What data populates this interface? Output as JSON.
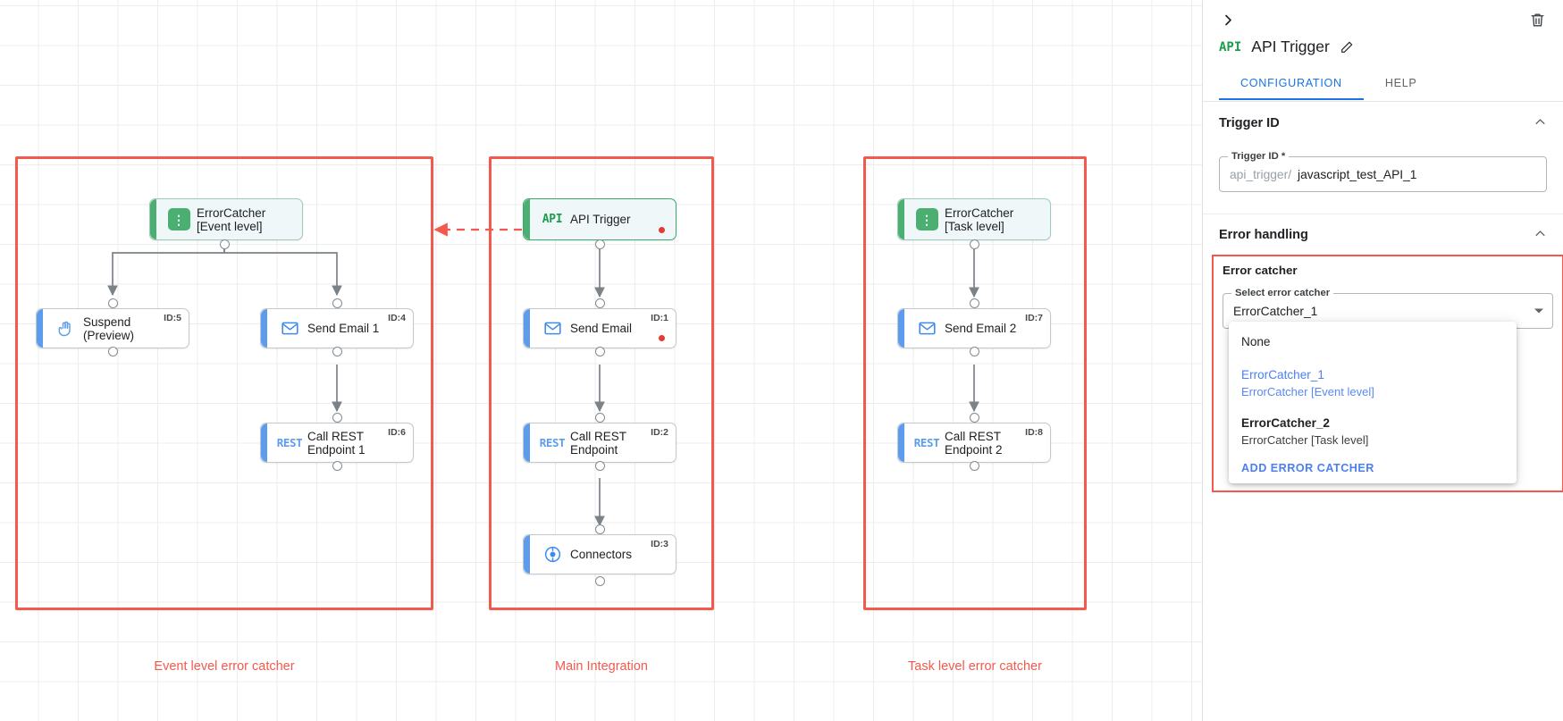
{
  "canvas": {
    "groups": [
      {
        "label": "Event level error catcher"
      },
      {
        "label": "Main Integration"
      },
      {
        "label": "Task level error catcher"
      }
    ],
    "nodes": {
      "errorcatcher_event": {
        "title": "ErrorCatcher\n[Event level]",
        "icon": "error-catcher-icon",
        "id_badge": ""
      },
      "suspend": {
        "title": "Suspend\n(Preview)",
        "icon": "hand-icon",
        "id_badge": "ID:5"
      },
      "send_email_1": {
        "title": "Send Email 1",
        "icon": "envelope-icon",
        "id_badge": "ID:4"
      },
      "call_rest_1": {
        "title": "Call REST\nEndpoint 1",
        "icon": "rest-icon",
        "id_badge": "ID:6"
      },
      "api_trigger": {
        "title": "API Trigger",
        "icon": "api-icon",
        "id_badge": ""
      },
      "send_email": {
        "title": "Send Email",
        "icon": "envelope-icon",
        "id_badge": "ID:1"
      },
      "call_rest": {
        "title": "Call REST\nEndpoint",
        "icon": "rest-icon",
        "id_badge": "ID:2"
      },
      "connectors": {
        "title": "Connectors",
        "icon": "connectors-icon",
        "id_badge": "ID:3"
      },
      "errorcatcher_task": {
        "title": "ErrorCatcher\n[Task level]",
        "icon": "error-catcher-icon",
        "id_badge": ""
      },
      "send_email_2": {
        "title": "Send Email 2",
        "icon": "envelope-icon",
        "id_badge": "ID:7"
      },
      "call_rest_2": {
        "title": "Call REST\nEndpoint 2",
        "icon": "rest-icon",
        "id_badge": "ID:8"
      }
    }
  },
  "panel": {
    "collapse_icon": "chevron-right-icon",
    "delete_icon": "trash-icon",
    "type_badge": "API",
    "title": "API Trigger",
    "edit_icon": "pencil-icon",
    "tabs": [
      {
        "label": "CONFIGURATION",
        "active": true
      },
      {
        "label": "HELP",
        "active": false
      }
    ],
    "trigger_id_section": {
      "heading": "Trigger ID",
      "caret": "chevron-up-icon",
      "field_legend": "Trigger ID *",
      "prefix": "api_trigger/",
      "value": "javascript_test_API_1"
    },
    "error_handling_section": {
      "heading": "Error handling",
      "caret": "chevron-up-icon",
      "error_catcher_label": "Error catcher",
      "select_legend": "Select error catcher",
      "selected_value": "ErrorCatcher_1",
      "options": [
        {
          "primary": "None",
          "secondary": "",
          "selected": false
        },
        {
          "primary": "ErrorCatcher_1",
          "secondary": "ErrorCatcher [Event level]",
          "selected": true
        },
        {
          "primary": "ErrorCatcher_2",
          "secondary": "ErrorCatcher [Task level]",
          "selected": false
        }
      ],
      "add_action": "ADD ERROR CATCHER"
    }
  },
  "colors": {
    "accent_blue": "#1a73e8",
    "link_blue": "#4c7ff0",
    "frame_red": "#f4594d",
    "node_blue": "#5d9cec",
    "node_green": "#4caf72",
    "error_dot": "#e53935"
  }
}
